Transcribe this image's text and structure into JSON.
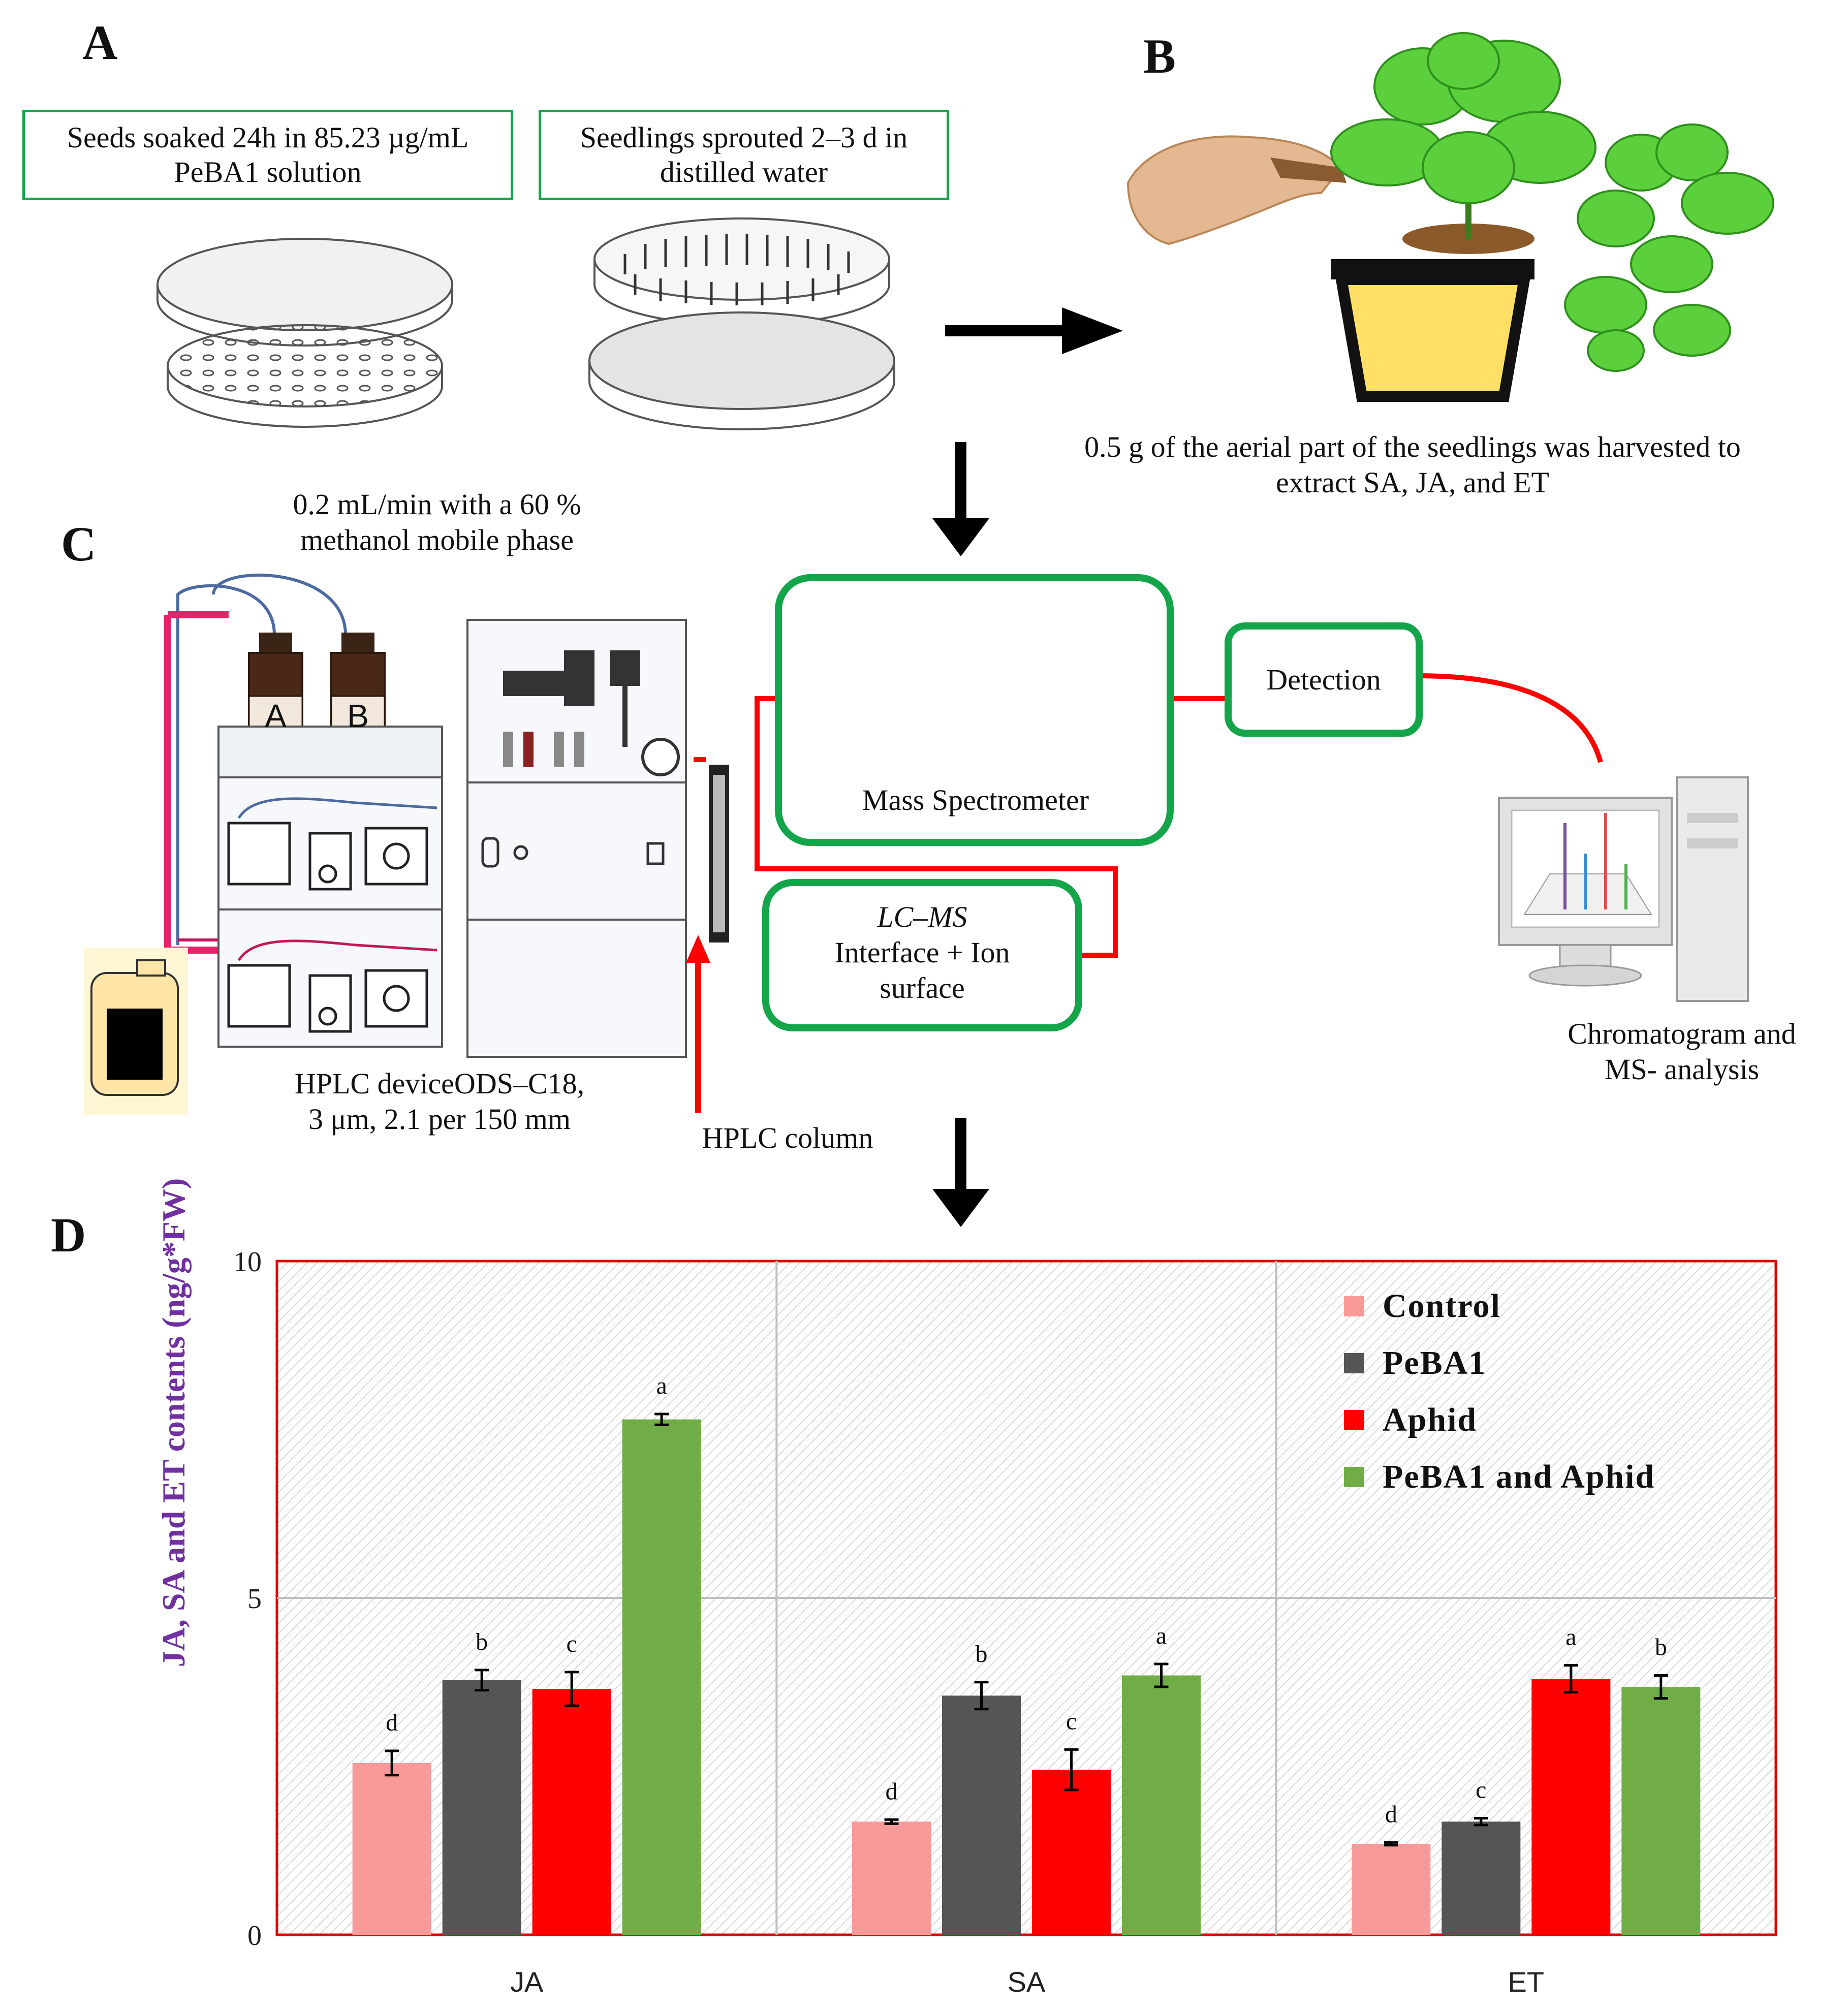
{
  "panels": {
    "a": "A",
    "b": "B",
    "c": "C",
    "d": "D"
  },
  "panel_a": {
    "box1": "Seeds soaked 24h in 85.23 µg/mL PeBA1 solution",
    "box2": "Seedlings sprouted 2–3 d in distilled water"
  },
  "panel_b": {
    "caption": "0.5 g of the aerial part of the seedlings was harvested to extract SA, JA, and ET"
  },
  "panel_c": {
    "flow_caption": "0.2 mL/min with a 60 % methanol mobile phase",
    "bottle_a": "A",
    "bottle_b": "B",
    "mass_spec": "Mass Spectrometer",
    "detection": "Detection",
    "lcms_title": "LC–MS",
    "lcms_body": "Interface + Ion surface",
    "hplc_device": "HPLC deviceODS–C18, 3 μm, 2.1 per 150 mm",
    "hplc_column": "HPLC column",
    "chromatogram": "Chromatogram and MS- analysis"
  },
  "colors": {
    "green_box": "#14a54a",
    "control": "#f99a9a",
    "peba1": "#555555",
    "aphid": "#ff0000",
    "peba1_aphid": "#70ad47",
    "axis_frame": "#e00000",
    "ylabel": "#7030a0"
  },
  "chart_data": {
    "type": "bar",
    "categories": [
      "JA",
      "SA",
      "ET"
    ],
    "ylabel": "JA, SA and ET contents (ng/g*FW)",
    "ylim": [
      0,
      10
    ],
    "yticks": [
      "0",
      "5",
      "10"
    ],
    "grid": true,
    "legend_position": "top-right",
    "series": [
      {
        "name": "Control",
        "values": [
          2.55,
          1.68,
          1.35
        ],
        "errors": [
          0.18,
          0.03,
          0.02
        ],
        "letters": [
          "d",
          "d",
          "d"
        ]
      },
      {
        "name": "PeBA1",
        "values": [
          3.78,
          3.55,
          1.68
        ],
        "errors": [
          0.15,
          0.2,
          0.05
        ],
        "letters": [
          "b",
          "b",
          "c"
        ]
      },
      {
        "name": "Aphid",
        "values": [
          3.65,
          2.45,
          3.8
        ],
        "errors": [
          0.25,
          0.3,
          0.2
        ],
        "letters": [
          "c",
          "c",
          "a"
        ]
      },
      {
        "name": "PeBA1 and Aphid",
        "values": [
          7.65,
          3.85,
          3.68
        ],
        "errors": [
          0.08,
          0.17,
          0.17
        ],
        "letters": [
          "a",
          "a",
          "b"
        ]
      }
    ]
  }
}
